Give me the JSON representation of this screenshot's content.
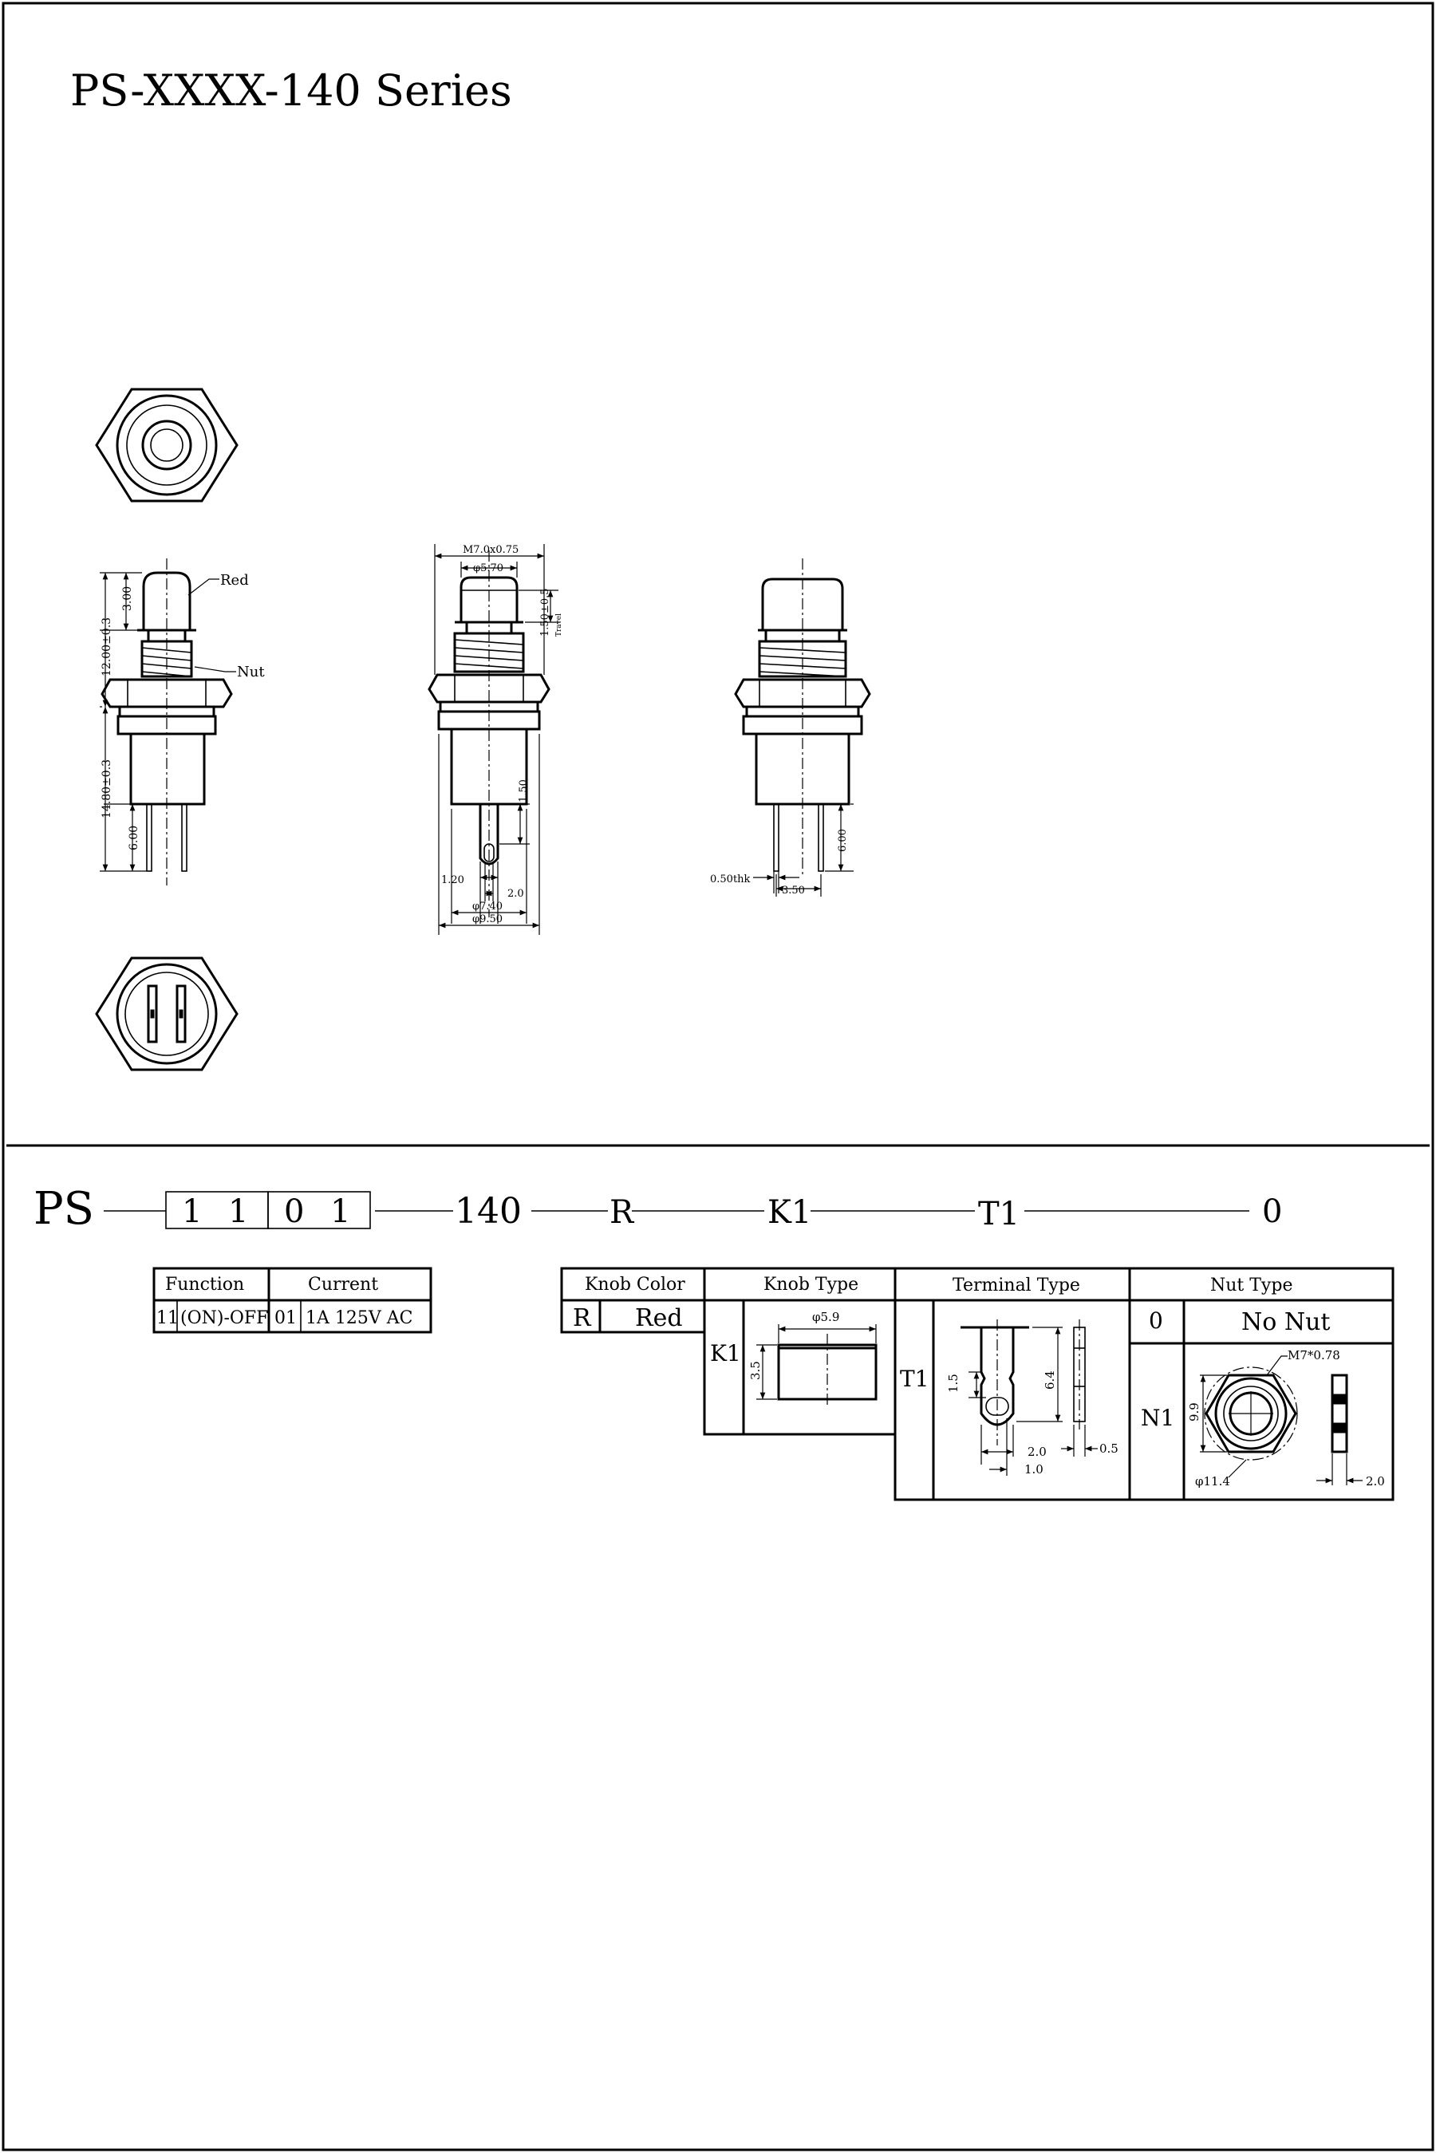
{
  "title": "PS-XXXX-140 Series",
  "drawing": {
    "callouts": {
      "knob": "Red",
      "nut": "Nut"
    },
    "side_dims": {
      "knob_h": "3.00",
      "upper_h": "12.00±0.3",
      "lower_h": "14.80±0.3",
      "pin_len": "6.00"
    },
    "front_dims": {
      "thread": "M7.0x0.75",
      "knob_dia": "φ5.70",
      "travel": "1.50±0.5",
      "travel_note": "Travel",
      "lug_len": "1.50",
      "pin_w": "1.20",
      "hole": "2.0",
      "body_dia": "φ7.40",
      "nut_dia": "φ9.50"
    },
    "right_dims": {
      "thk": "0.50thk",
      "pitch": "3.50",
      "pin_len": "6.00"
    }
  },
  "part_number": {
    "prefix": "PS",
    "code_digits": [
      "1",
      "1",
      "0",
      "1"
    ],
    "series": "140",
    "knob_color": "R",
    "knob_type": "K1",
    "terminal": "T1",
    "nut": "0"
  },
  "table_function": {
    "headers": [
      "Function",
      "Current"
    ],
    "row": {
      "fn_code": "11",
      "fn_label": "(ON)-OFF",
      "cur_code": "01",
      "cur_label": "1A 125V AC"
    }
  },
  "table_options": {
    "headers": [
      "Knob Color",
      "Knob Type",
      "Terminal Type",
      "Nut Type"
    ],
    "knob_color": {
      "code": "R",
      "label": "Red"
    },
    "knob_type": {
      "code": "K1",
      "dia": "φ5.9",
      "height": "3.5"
    },
    "terminal_type": {
      "code": "T1",
      "d1": "1.5",
      "d2": "6.4",
      "d3": "2.0",
      "d4": "0.5",
      "d5": "1.0"
    },
    "nut_type": {
      "code0": "0",
      "label0": "No Nut",
      "code1": "N1",
      "thread": "M7*0.78",
      "flat": "9.9",
      "dia": "φ11.4",
      "thk": "2.0"
    }
  }
}
